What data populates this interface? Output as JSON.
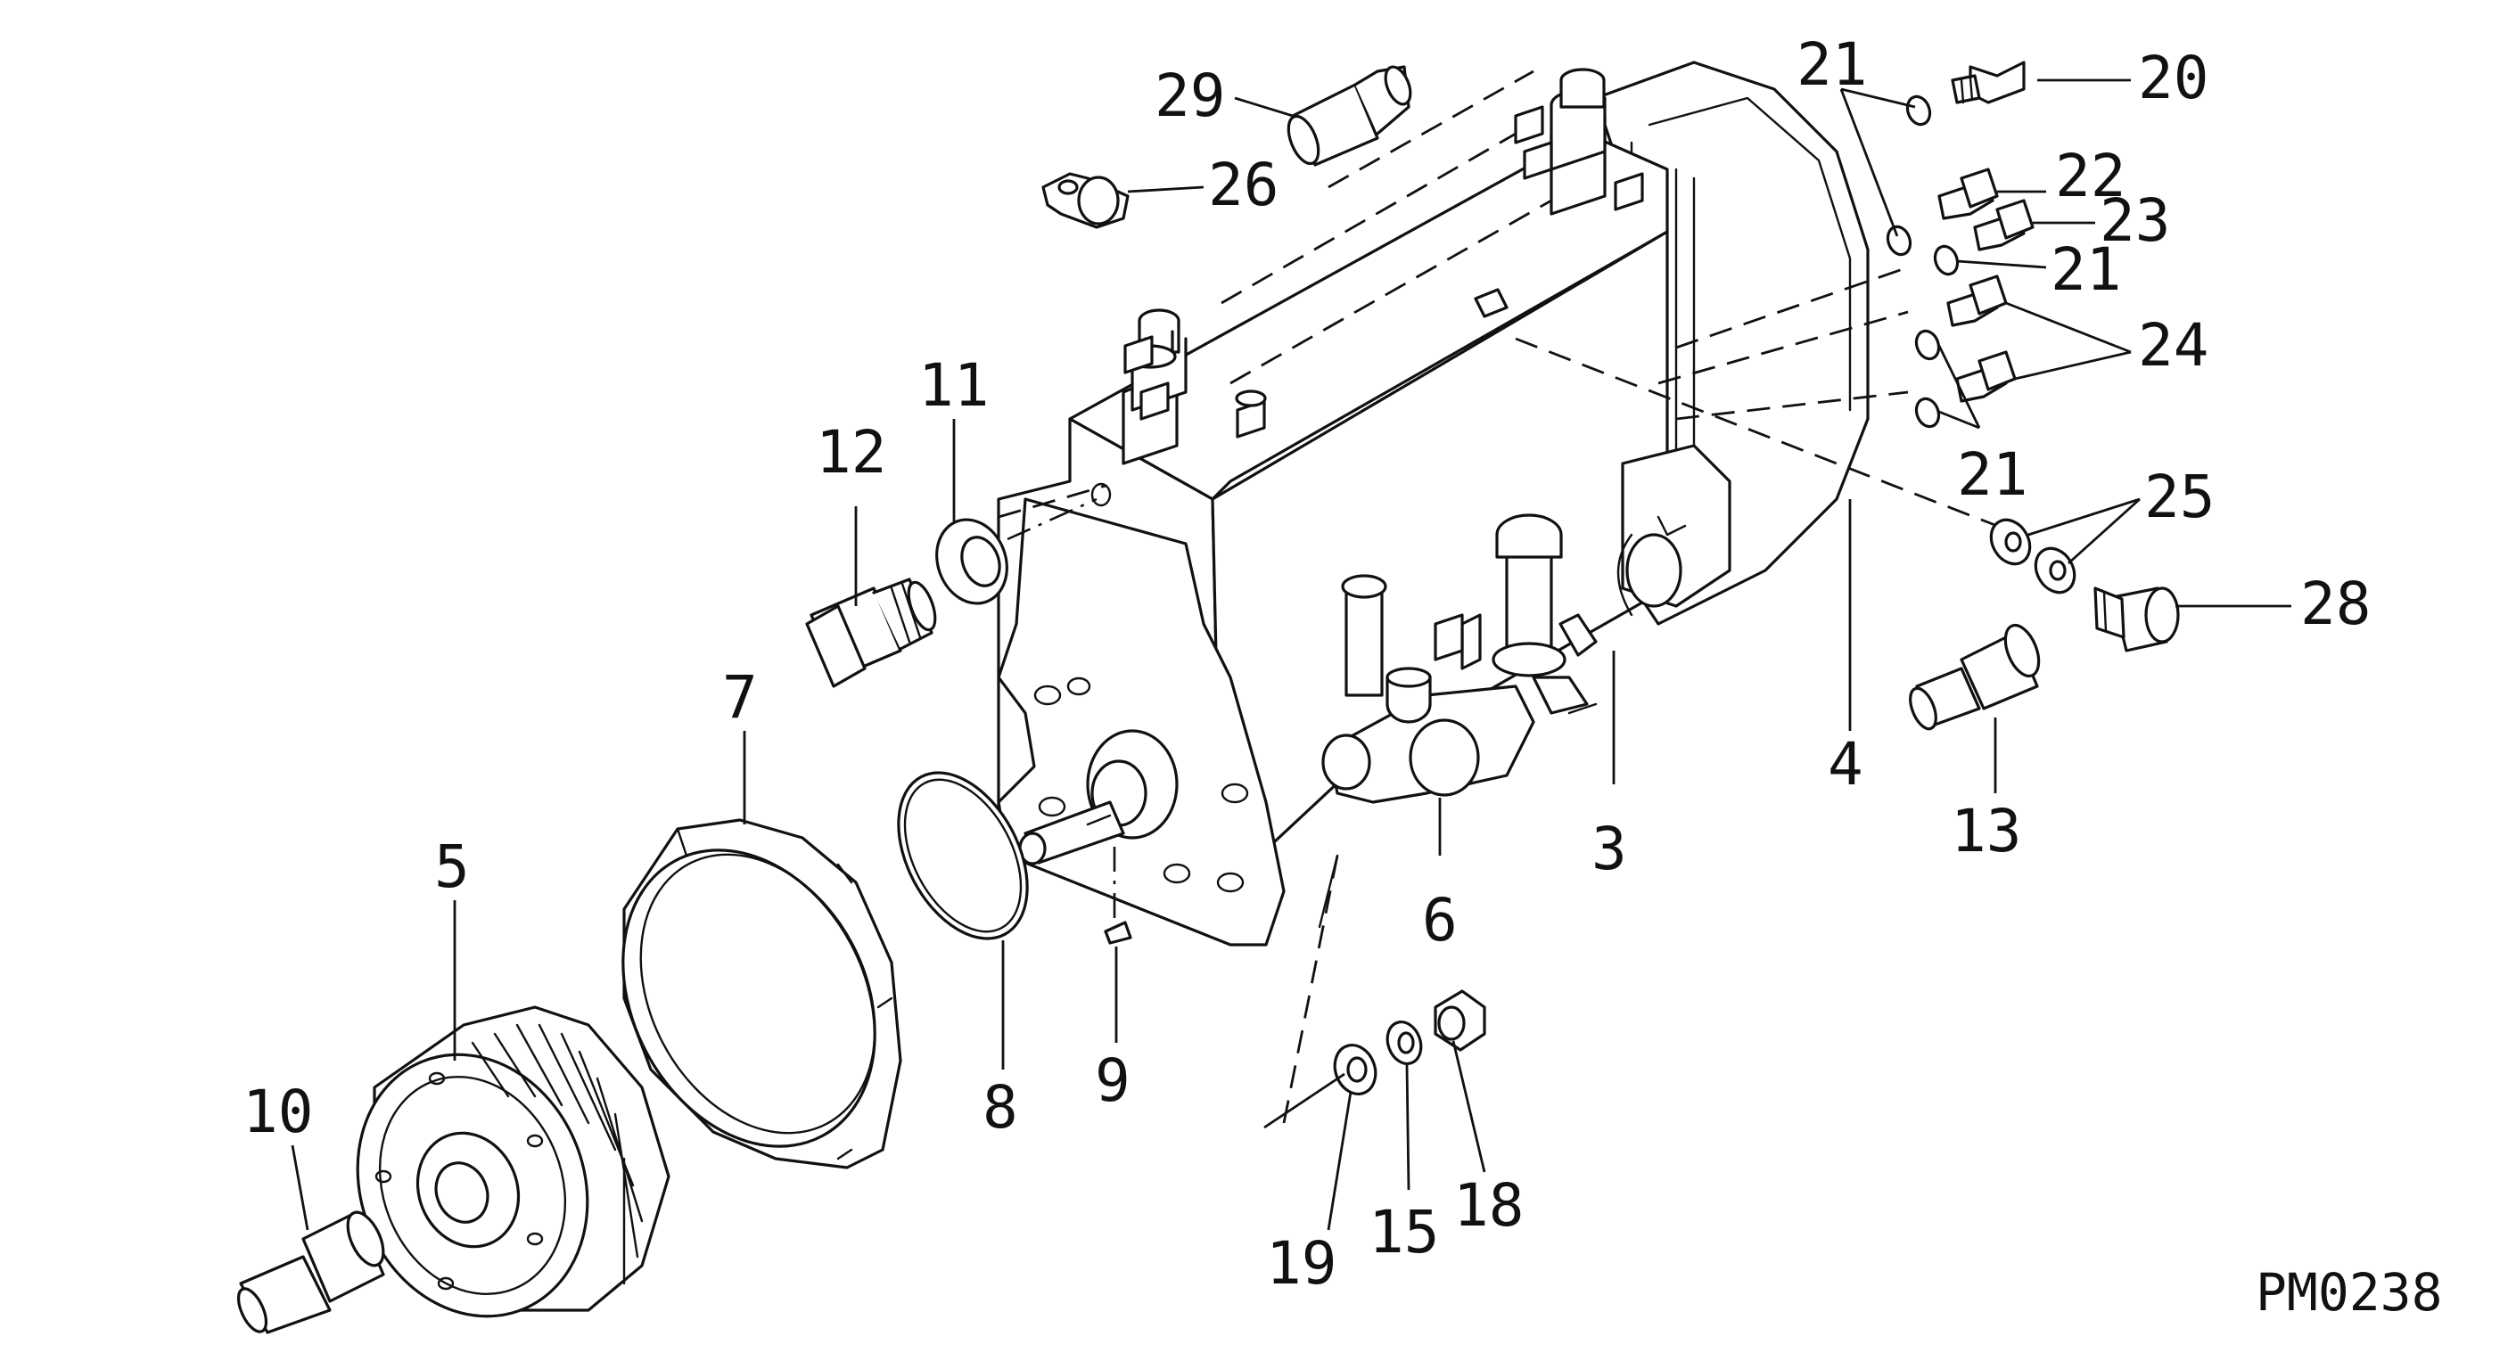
{
  "labels": {
    "n3": "3",
    "n4": "4",
    "n5": "5",
    "n6": "6",
    "n7": "7",
    "n8": "8",
    "n9": "9",
    "n10": "10",
    "n11": "11",
    "n12": "12",
    "n13": "13",
    "n15": "15",
    "n18": "18",
    "n19": "19",
    "n20": "20",
    "n21a": "21",
    "n21b": "21",
    "n21c": "21",
    "n22": "22",
    "n23": "23",
    "n24": "24",
    "n25": "25",
    "n26": "26",
    "n28": "28",
    "n29": "29"
  },
  "figure_code": "PM0238"
}
